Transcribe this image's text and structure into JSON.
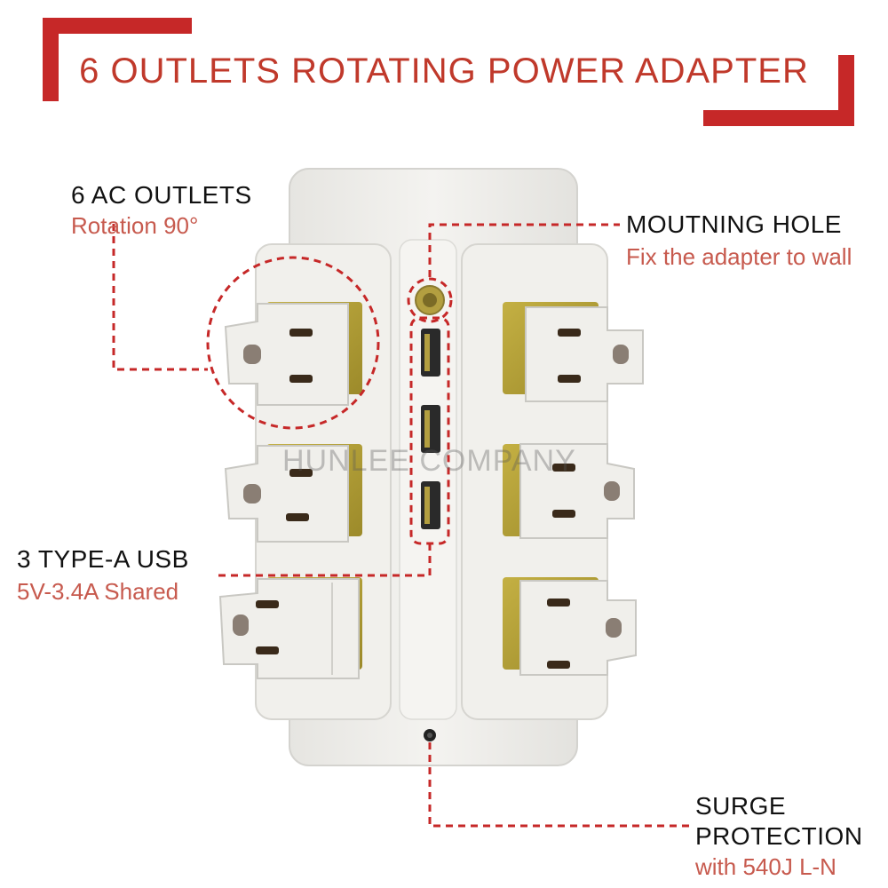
{
  "title": "6 OUTLETS ROTATING POWER ADAPTER",
  "watermark": "HUNLEE COMPANY",
  "callouts": {
    "ac_outlets": {
      "main": "6 AC OUTLETS",
      "sub": "Rotation 90°"
    },
    "mounting_hole": {
      "main": "MOUTNING HOLE",
      "sub": "Fix the adapter to wall"
    },
    "usb": {
      "main": "3 TYPE-A USB",
      "sub": "5V-3.4A Shared"
    },
    "surge": {
      "main_line1": "SURGE",
      "main_line2": "PROTECTION",
      "sub": "with 540J L-N"
    }
  },
  "colors": {
    "accent": "#c62828",
    "sub_text": "#c75a4e",
    "device": "#efeeea",
    "socket_bg": "#b5a23a"
  },
  "product_icons": [
    "power-adapter-body",
    "ac-outlet-icon",
    "usb-port-icon",
    "mounting-hole-icon",
    "surge-indicator-icon"
  ]
}
